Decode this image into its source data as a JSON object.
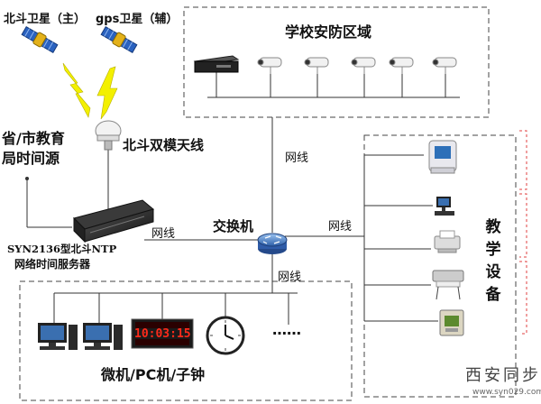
{
  "satellites": {
    "beidou_label": "北斗卫星（主）",
    "gps_label": "gps卫星（辅）"
  },
  "antenna": {
    "label": "北斗双模天线"
  },
  "time_source": {
    "line1": "省/市教育",
    "line2": "局时间源"
  },
  "server": {
    "line1": "SYN2136型北斗NTP",
    "line2": "网络时间服务器"
  },
  "switch": {
    "label": "交换机"
  },
  "cables": {
    "server_to_switch": "网线",
    "switch_to_campus": "网线",
    "switch_to_teaching": "网线",
    "switch_to_clients": "网线"
  },
  "campus": {
    "title": "学校安防区域"
  },
  "teaching": {
    "title_chars": [
      "教",
      "学",
      "设",
      "备"
    ]
  },
  "clients": {
    "title": "微机/PC机/子钟",
    "clock_digits": "10:03:15",
    "ellipsis": "……"
  },
  "watermark": {
    "title": "西安同步",
    "url": "www.syn029.com"
  },
  "colors": {
    "antenna_bolt": "#f3f000",
    "switch_blue": "#3f79c4",
    "bracket_red": "#e04040",
    "led_red": "#ff2a1a"
  }
}
